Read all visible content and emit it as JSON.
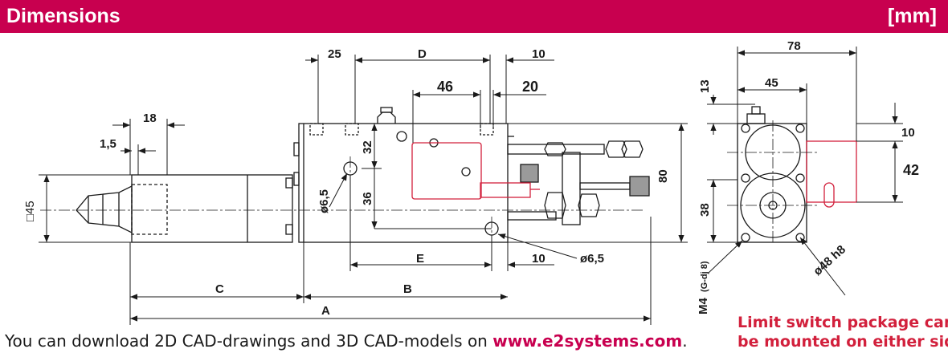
{
  "header": {
    "title": "Dimensions",
    "unit": "[mm]"
  },
  "dimensions": {
    "d25": "25",
    "dD": "D",
    "d10_top": "10",
    "d46": "46",
    "d20": "20",
    "d18": "18",
    "d1_5": "1,5",
    "d32": "32",
    "d36": "36",
    "phi6_5_left": "ø6,5",
    "phi6_5_right": "ø6,5",
    "sq45": "□45",
    "d80": "80",
    "dE": "E",
    "d10_bottom": "10",
    "dC": "C",
    "dB": "B",
    "dA": "A",
    "d78": "78",
    "d45_side": "45",
    "d13": "13",
    "d10_side": "10",
    "d42": "42",
    "d38": "38",
    "phi48h8": "ø48 h8",
    "m4": "M4",
    "m4_sub": "(G-dj 8)"
  },
  "footer": {
    "text_prefix": "You can download 2D CAD-drawings and 3D CAD-models on ",
    "url": "www.e2systems.com",
    "text_suffix": "."
  },
  "note": {
    "line1": "Limit switch package can",
    "line2": "be mounted on either side."
  },
  "colors": {
    "brand": "#c8004f",
    "accent_red": "#d2203c",
    "line": "#1a1a1a"
  }
}
